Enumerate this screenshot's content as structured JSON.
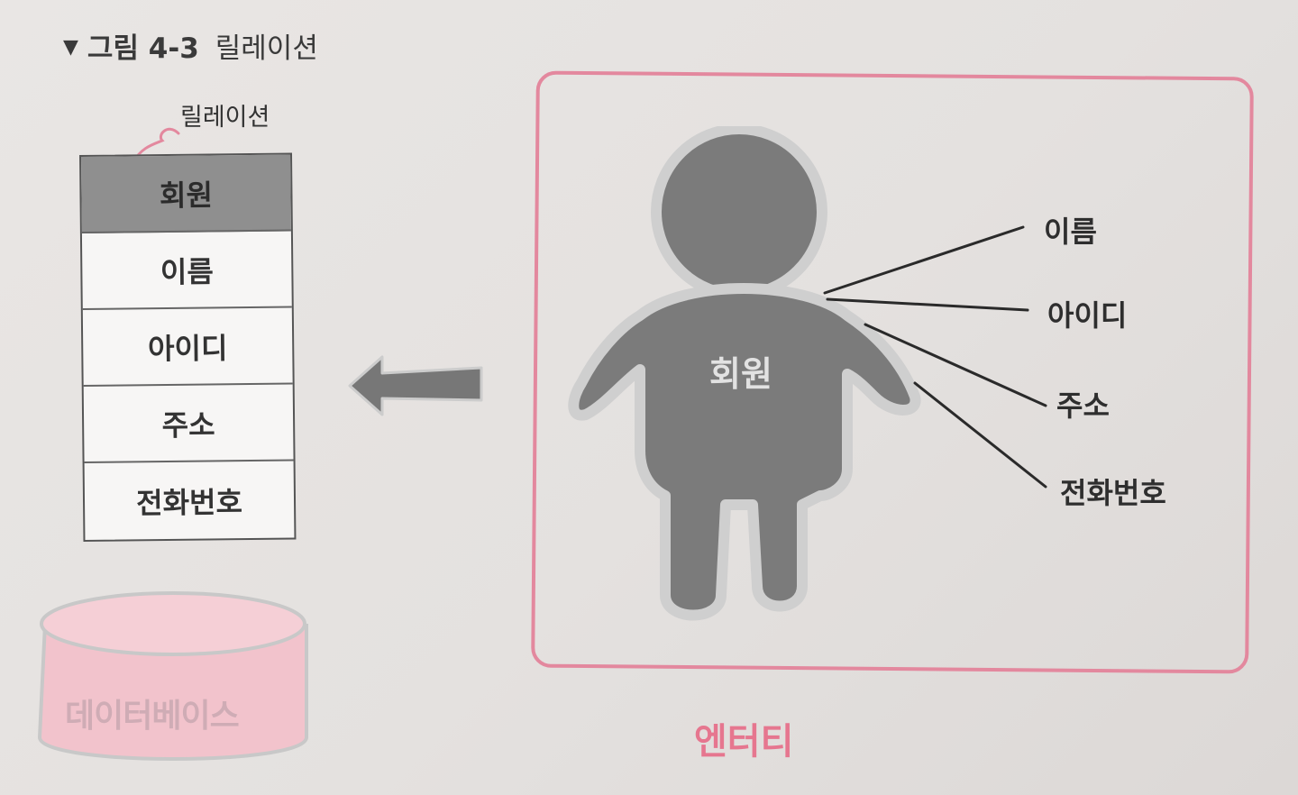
{
  "figure": {
    "marker": "▼",
    "number": "그림 4-3",
    "title": "릴레이션"
  },
  "relation": {
    "callout_label": "릴레이션",
    "header": "회원",
    "rows": [
      "이름",
      "아이디",
      "주소",
      "전화번호"
    ]
  },
  "database": {
    "label": "데이터베이스"
  },
  "entity": {
    "person_label": "회원",
    "attributes": [
      "이름",
      "아이디",
      "주소",
      "전화번호"
    ],
    "caption": "엔터티"
  },
  "colors": {
    "frame_pink": "#e3889e",
    "caption_pink": "#e6768f",
    "database_pink": "#f2c3cc",
    "person_gray": "#7b7b7b",
    "header_gray": "#8f8f8f"
  }
}
